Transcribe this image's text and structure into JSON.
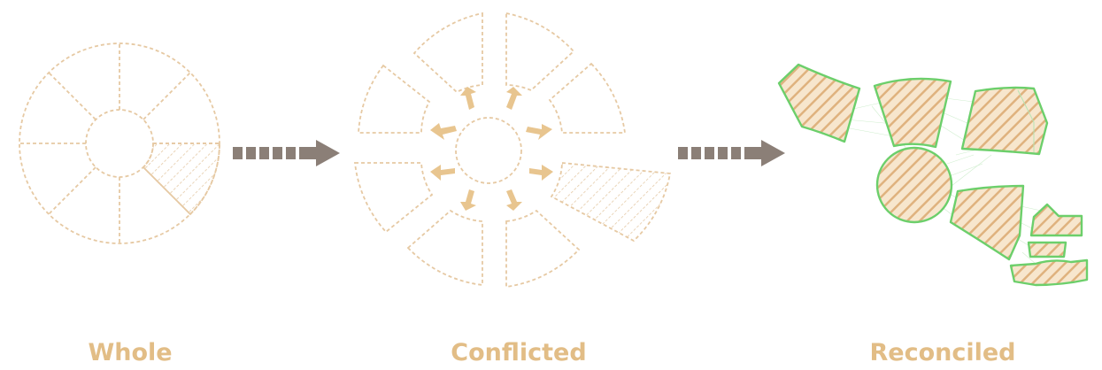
{
  "stages": [
    {
      "id": "whole",
      "label": "Whole"
    },
    {
      "id": "conflicted",
      "label": "Conflicted"
    },
    {
      "id": "reconciled",
      "label": "Reconciled"
    }
  ],
  "colors": {
    "dashed_outline": "#e6c9a3",
    "arrow_gray": "#8b7f77",
    "small_arrow": "#e8c58f",
    "hatch": "#ddb07d",
    "fill_light": "#f6e3c8",
    "green_outline": "#6ccf6b",
    "label": "#e2bd86"
  }
}
